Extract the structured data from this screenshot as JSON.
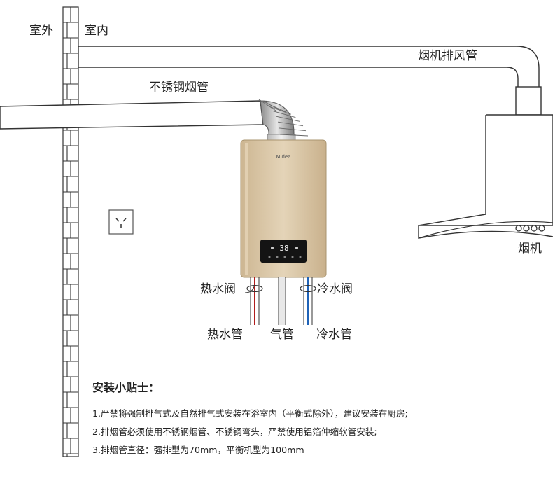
{
  "labels": {
    "outdoor": "室外",
    "indoor": "室内",
    "hood_exhaust_pipe": "烟机排风管",
    "stainless_flue": "不锈钢烟管",
    "range_hood": "烟机",
    "hot_water_valve": "热水阀",
    "cold_water_valve": "冷水阀",
    "hot_water_pipe": "热水管",
    "gas_pipe": "气管",
    "cold_water_pipe": "冷水管"
  },
  "heater": {
    "brand": "Midea",
    "display_reading": "38"
  },
  "tips": {
    "title": "安装小贴士：",
    "items": [
      "1.严禁将强制排气式及自然排气式安装在浴室内（平衡式除外），建议安装在厨房;",
      "2.排烟管必须使用不锈钢烟管、不锈钢弯头，严禁使用铝箔伸缩软管安装;",
      "3.排烟管直径：强排型为70mm，平衡机型为100mm"
    ]
  },
  "colors": {
    "hot_pipe": "#b01c1c",
    "cold_pipe": "#1f63b8",
    "heater_body": "#d9c6a6",
    "line": "#333333"
  }
}
